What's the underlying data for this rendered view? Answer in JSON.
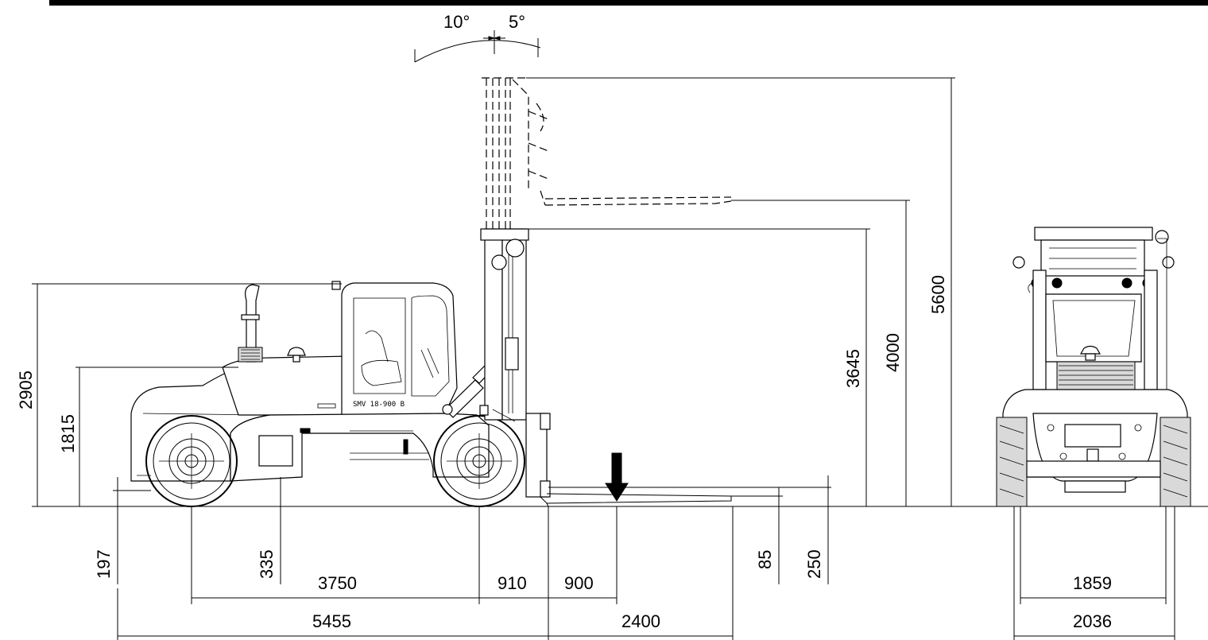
{
  "dimensions": {
    "overall_height": "2905",
    "hood_height": "1815",
    "ground_clearance_rear": "197",
    "ground_clearance_mid": "335",
    "wheelbase": "3750",
    "front_overhang": "910",
    "overall_length": "5455",
    "load_center": "900",
    "fork_length": "2400",
    "fork_thickness": "85",
    "fork_lowered_height": "250",
    "free_lift": "3645",
    "lift_height": "4000",
    "mast_extended_height": "5600",
    "track_width": "1859",
    "overall_width": "2036",
    "tilt_back": "10°",
    "tilt_forward": "5°"
  },
  "model_plate": "SMV 18-900 B"
}
